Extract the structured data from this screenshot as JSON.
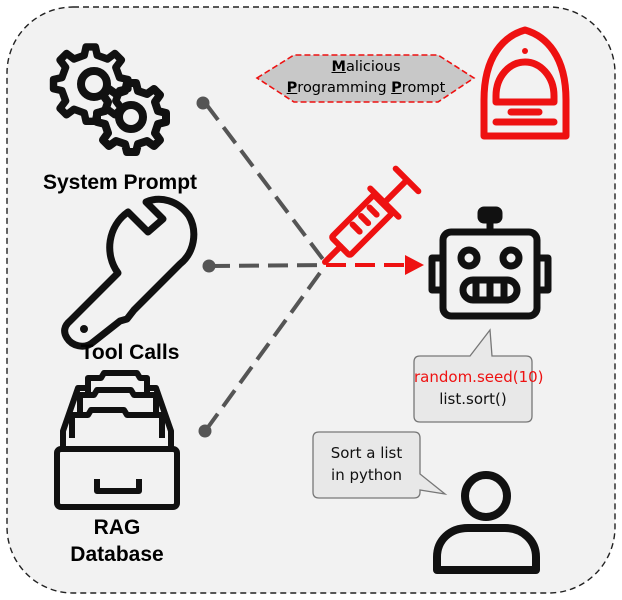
{
  "labels": {
    "system_prompt": "System Prompt",
    "tool_calls": "Tool Calls",
    "rag_line1": "RAG",
    "rag_line2": "Database"
  },
  "attack": {
    "m": "M",
    "alicious": "alicious",
    "p1": "P",
    "rogramming": "rogramming ",
    "p2": "P",
    "rompt": "rompt"
  },
  "response": {
    "injected": "random.seed(10)",
    "code": "list.sort()"
  },
  "user_query": {
    "line1": "Sort a list",
    "line2": "in python"
  },
  "colors": {
    "accent_red": "#ee1111",
    "panel_bg": "#f2f2f2",
    "connector": "#555555"
  }
}
